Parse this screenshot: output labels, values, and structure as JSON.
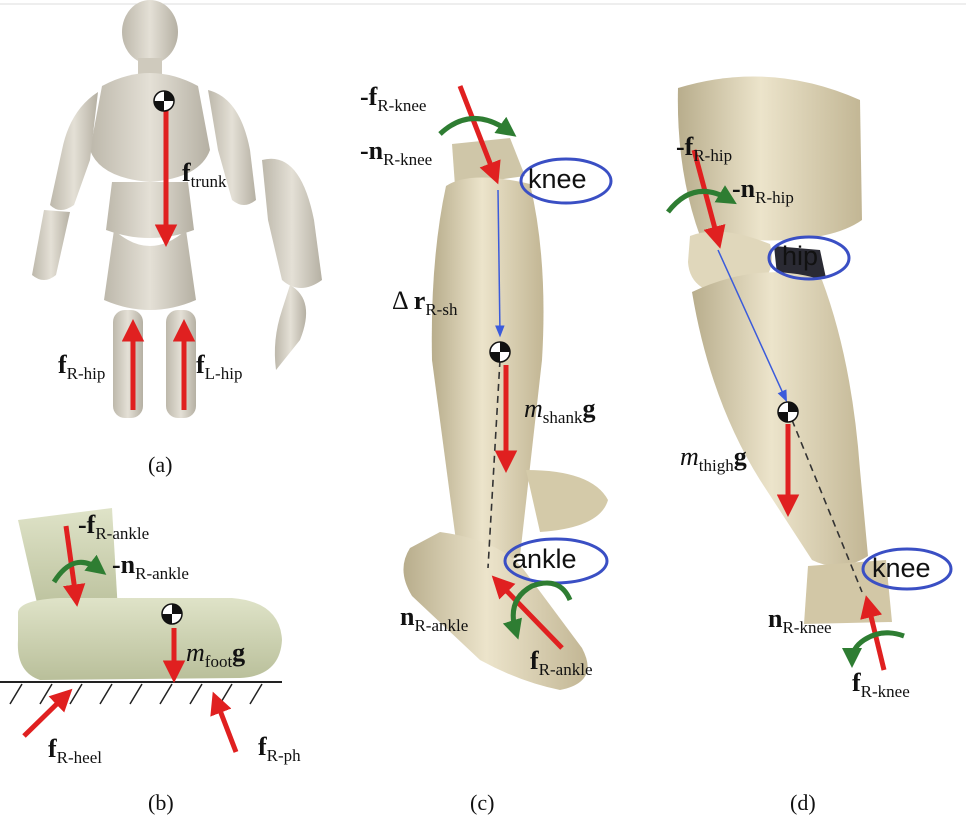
{
  "panels": {
    "a": {
      "caption": "(a)",
      "f_trunk": {
        "main": "f",
        "sub": "trunk"
      },
      "f_r_hip": {
        "main": "f",
        "sub": "R-hip"
      },
      "f_l_hip": {
        "main": "f",
        "sub": "L-hip"
      }
    },
    "b": {
      "caption": "(b)",
      "f_r_ankle": {
        "pre": "-",
        "main": "f",
        "sub": "R-ankle"
      },
      "n_r_ankle": {
        "pre": "-",
        "main": "n",
        "sub": "R-ankle"
      },
      "m_foot_g": {
        "m": "m",
        "sub": "foot",
        "g": "g"
      },
      "f_r_heel": {
        "main": "f",
        "sub": "R-heel"
      },
      "f_r_ph": {
        "main": "f",
        "sub": "R-ph"
      }
    },
    "c": {
      "caption": "(c)",
      "f_r_knee": {
        "pre": "-",
        "main": "f",
        "sub": "R-knee"
      },
      "n_r_knee": {
        "pre": "-",
        "main": "n",
        "sub": "R-knee"
      },
      "knee_oval": "knee",
      "delta_r": {
        "delta": "Δ",
        "main": "r",
        "sub": "R-sh"
      },
      "m_shank_g": {
        "m": "m",
        "sub": "shank",
        "g": "g"
      },
      "ankle_oval": "ankle",
      "n_r_ankle": {
        "main": "n",
        "sub": "R-ankle"
      },
      "f_r_ankle": {
        "main": "f",
        "sub": "R-ankle"
      }
    },
    "d": {
      "caption": "(d)",
      "f_r_hip": {
        "pre": "-",
        "main": "f",
        "sub": "R-hip"
      },
      "n_r_hip": {
        "pre": "-",
        "main": "n",
        "sub": "R-hip"
      },
      "hip_oval": "hip",
      "m_thigh_g": {
        "m": "m",
        "sub": "thigh",
        "g": "g"
      },
      "knee_oval": "knee",
      "n_r_knee": {
        "main": "n",
        "sub": "R-knee"
      },
      "f_r_knee": {
        "main": "f",
        "sub": "R-knee"
      }
    }
  },
  "colors": {
    "force_arrow": "#e02020",
    "moment_arrow": "#2e7d32",
    "position_vector": "#3b5bdb",
    "joint_oval": "#3a4fc4",
    "wood": "#d9cfb4"
  }
}
